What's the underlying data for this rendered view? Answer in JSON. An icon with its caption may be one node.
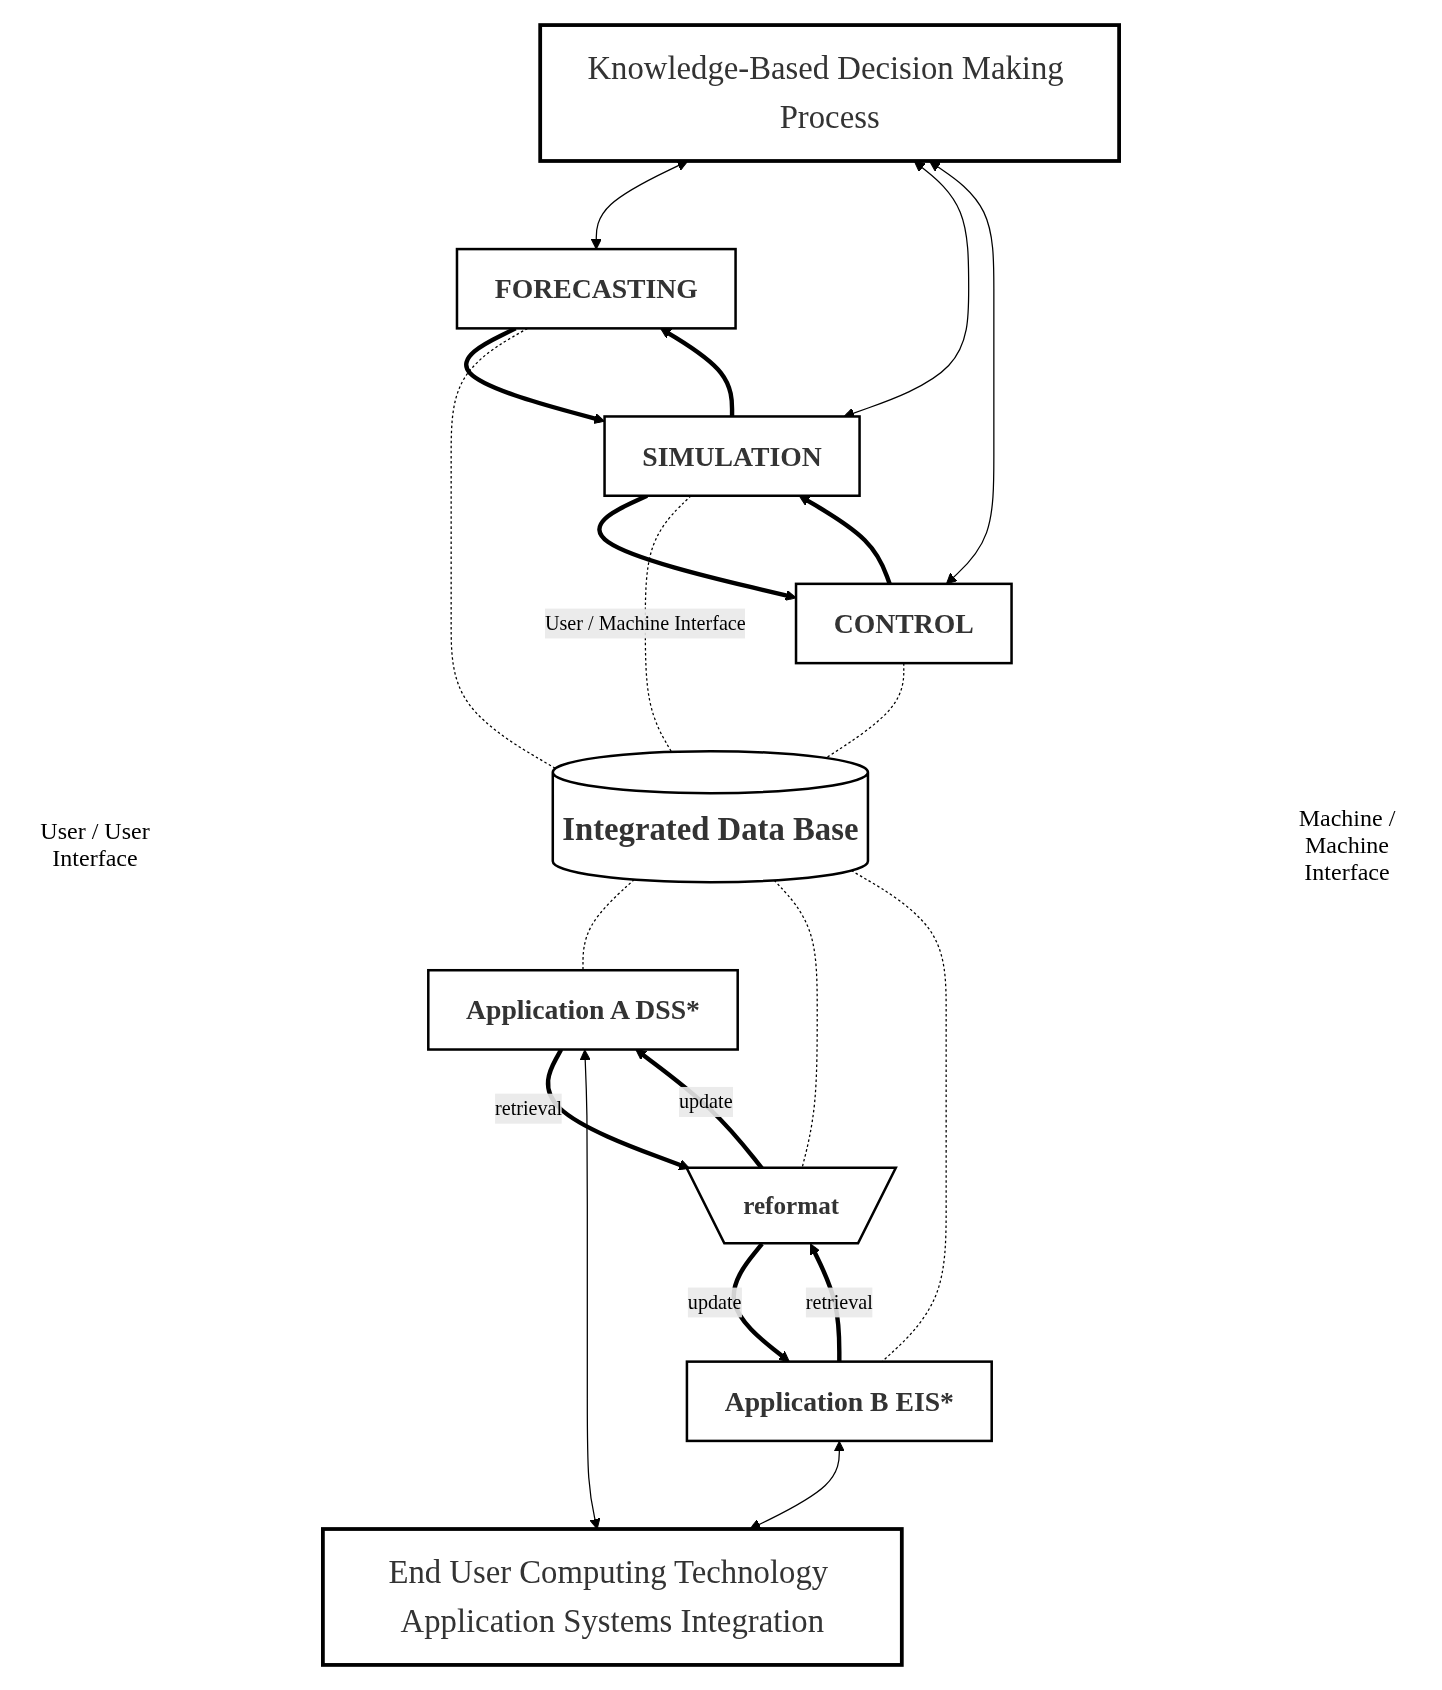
{
  "diagram": {
    "nodes": [
      {
        "text": [
          "Knowledge-Based Decision Making Process"
        ]
      },
      {
        "text": [
          "FORECASTING"
        ]
      },
      {
        "text": [
          "SIMULATION"
        ]
      },
      {
        "text": [
          "CONTROL"
        ]
      },
      {
        "text": [
          "Integrated Data Base"
        ]
      },
      {
        "text": [
          "reformat"
        ]
      },
      {
        "text": [
          "Application A DSS*"
        ]
      },
      {
        "text": [
          "Application B EIS*"
        ]
      },
      {
        "text": [
          "End User Computing Technology Application Systems Integration"
        ]
      }
    ],
    "edges": [
      {
        "from": 0,
        "to": 1,
        "arrow": "both"
      },
      {
        "from": 0,
        "to": 2,
        "arrow": "both"
      },
      {
        "from": 0,
        "to": 3,
        "arrow": "both"
      },
      {
        "from": 1,
        "to": 2,
        "arrow": "to",
        "style": "thick"
      },
      {
        "from": 2,
        "to": 1,
        "arrow": "to",
        "style": "thick"
      },
      {
        "from": 2,
        "to": 3,
        "arrow": "to",
        "style": "thick"
      },
      {
        "from": 3,
        "to": 2,
        "arrow": "to",
        "style": "thick"
      },
      {
        "from": 1,
        "to": 4,
        "arrow": "none",
        "style": "dashed"
      },
      {
        "from": 2,
        "to": 4,
        "arrow": "none",
        "style": "dashed",
        "label": "User / Machine Interface"
      },
      {
        "from": 3,
        "to": 4,
        "arrow": "none",
        "style": "dashed"
      },
      {
        "from": 4,
        "to": 6,
        "arrow": "none",
        "style": "dashed"
      },
      {
        "from": 4,
        "to": 5,
        "arrow": "none",
        "style": "dashed"
      },
      {
        "from": 4,
        "to": 7,
        "arrow": "none",
        "style": "dashed"
      },
      {
        "from": 6,
        "to": 5,
        "arrow": "to",
        "style": "thick",
        "label": "retrieval"
      },
      {
        "from": 5,
        "to": 7,
        "arrow": "to",
        "style": "thick",
        "label": "update"
      },
      {
        "from": 7,
        "to": 5,
        "arrow": "to",
        "style": "thick",
        "label": "retrieval"
      },
      {
        "from": 5,
        "to": 6,
        "arrow": "to",
        "style": "thick",
        "label": "update"
      },
      {
        "from": 6,
        "to": 8,
        "arrow": "both"
      },
      {
        "from": 7,
        "to": 8,
        "arrow": "both"
      }
    ],
    "labels": [
      "User / User Interface",
      "Machine / Machine Interface"
    ]
  }
}
